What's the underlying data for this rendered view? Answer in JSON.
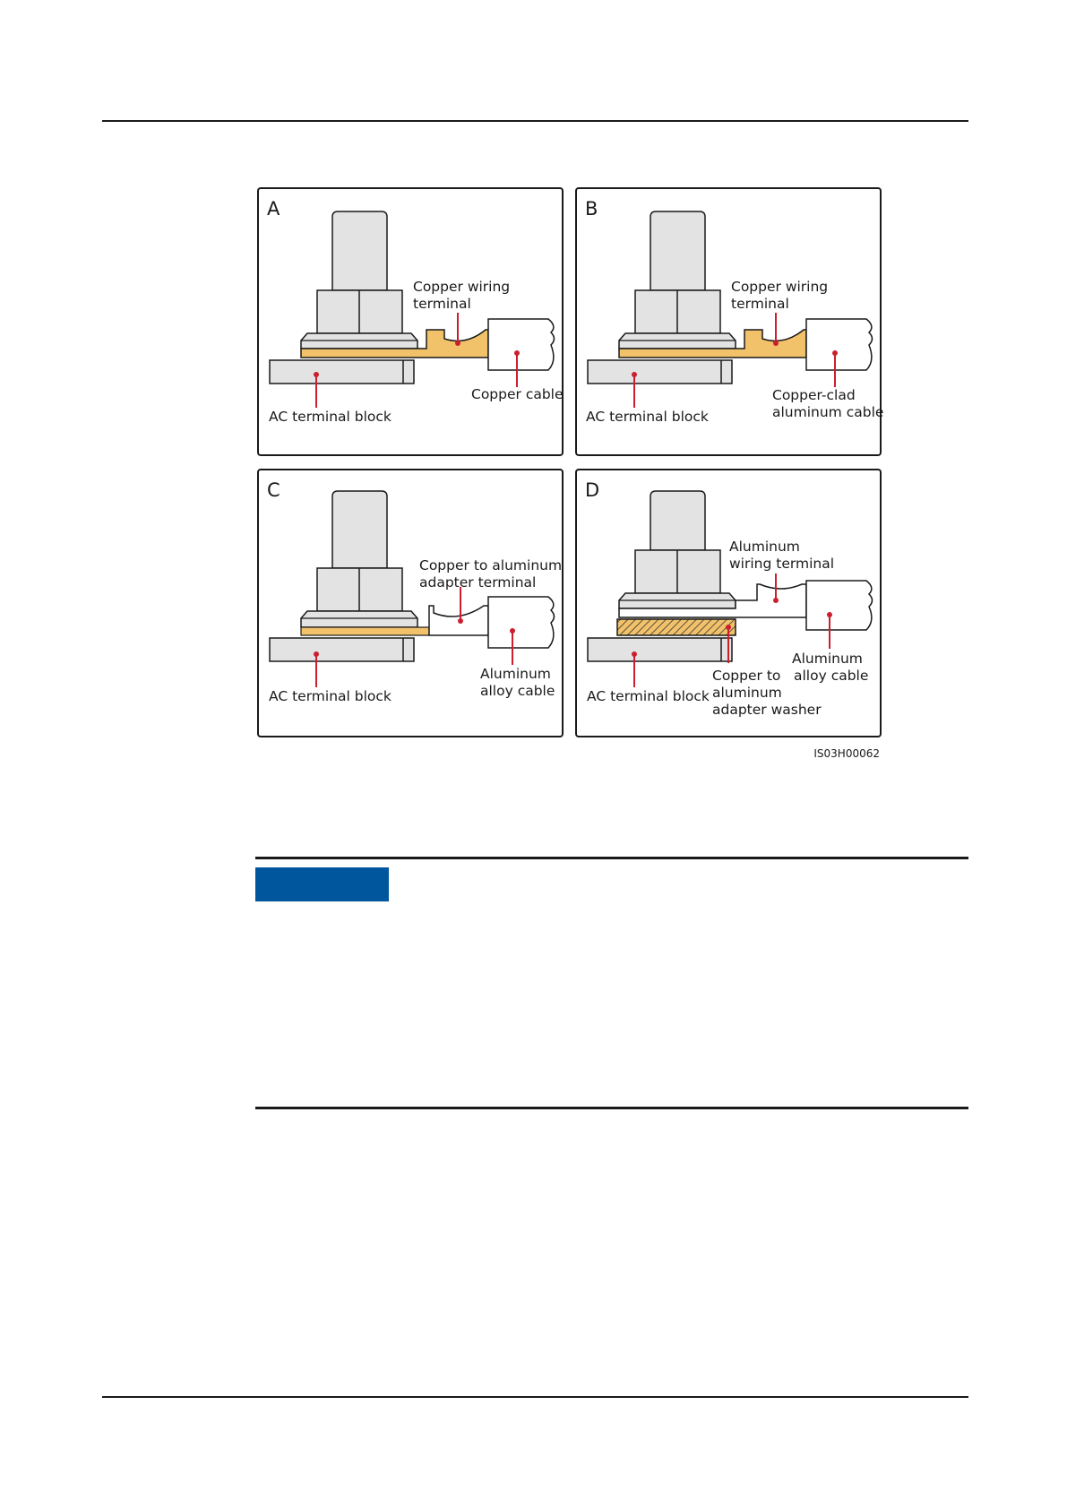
{
  "figure": {
    "id": "IS03H00062",
    "panels": [
      {
        "letter": "A",
        "terminal_label": [
          "Copper wiring",
          "terminal"
        ],
        "cable_label": [
          "Copper cable"
        ],
        "block_label": "AC terminal block"
      },
      {
        "letter": "B",
        "terminal_label": [
          "Copper wiring",
          "terminal"
        ],
        "cable_label": [
          "Copper-clad",
          "aluminum cable"
        ],
        "block_label": "AC terminal block"
      },
      {
        "letter": "C",
        "terminal_label": [
          "Copper to aluminum",
          "adapter terminal"
        ],
        "cable_label": [
          "Aluminum",
          "alloy cable"
        ],
        "block_label": "AC terminal block"
      },
      {
        "letter": "D",
        "terminal_label": [
          "Aluminum",
          "wiring terminal"
        ],
        "cable_label": [
          "Aluminum",
          "alloy cable"
        ],
        "block_label": "AC terminal block",
        "washer_label": [
          "Copper to",
          "aluminum",
          "adapter washer"
        ]
      }
    ]
  },
  "colors": {
    "copper": "#f2c26b",
    "part_fill": "#e3e3e3",
    "leader": "#cc1f2e",
    "note_badge": "#00569c"
  }
}
